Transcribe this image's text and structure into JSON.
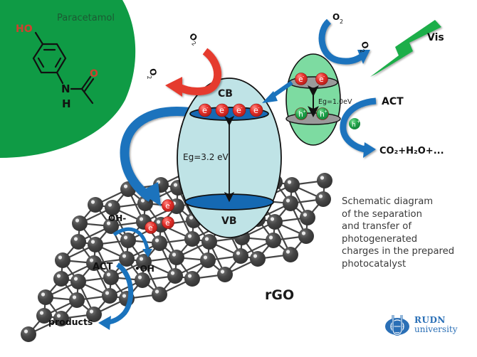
{
  "title": "Schematic diagram of the separation and transfer of photogenerated charges in the prepared photocatalyst",
  "colors": {
    "green_bg": "#0f9b45",
    "blue_arrow": "#1a73bd",
    "red_arrow": "#e53a2f",
    "electron_red": "#e23b36",
    "hole_green": "#22a74e",
    "large_particle_fill": "#bfe3e6",
    "small_particle_fill": "#7ddba1",
    "band_blue": "#1569b3",
    "band_gray": "#9a9a9a",
    "graphene_atom": "#454545",
    "heteroatom_red": "#d0402e"
  },
  "molecule": {
    "name": "Paracetamol",
    "labels": {
      "hydroxyl": "HO",
      "carbonyl_oxygen": "O",
      "amide_n": "N",
      "amide_h": "H"
    }
  },
  "large_particle": {
    "cb_label": "CB",
    "vb_label": "VB",
    "band_gap": "Eg=3.2 eV",
    "cb_electrons": [
      "e",
      "e",
      "e",
      "e"
    ]
  },
  "small_particle": {
    "band_gap": "Eg=1.0eV",
    "cb_electrons": [
      "e",
      "e"
    ],
    "vb_holes": [
      "h",
      "h"
    ]
  },
  "reactions": {
    "o2_left": "O",
    "o2_left_sub": "2",
    "superoxide_left": "O",
    "superoxide_left_sub": "2",
    "o2_right": "O",
    "o2_right_sub": "2",
    "superoxide_right": "O",
    "superoxide_right_sub": "2",
    "light": "Vis",
    "act_right": "ACT",
    "migrating_hole": "h",
    "products_right": "CO₂+H₂O+...",
    "hydroxide": "OH-",
    "hydroxyl_radical": "•OH",
    "act_left": "ACT",
    "products_left": "products"
  },
  "support": {
    "label": "rGO",
    "electrons": [
      "e",
      "e",
      "e"
    ]
  },
  "caption_lines": [
    "Schematic diagram",
    "of the separation",
    "and transfer of",
    "photogenerated",
    "charges in the prepared",
    "photocatalyst"
  ],
  "logo": {
    "line1": "RUDN",
    "line2": "university"
  }
}
